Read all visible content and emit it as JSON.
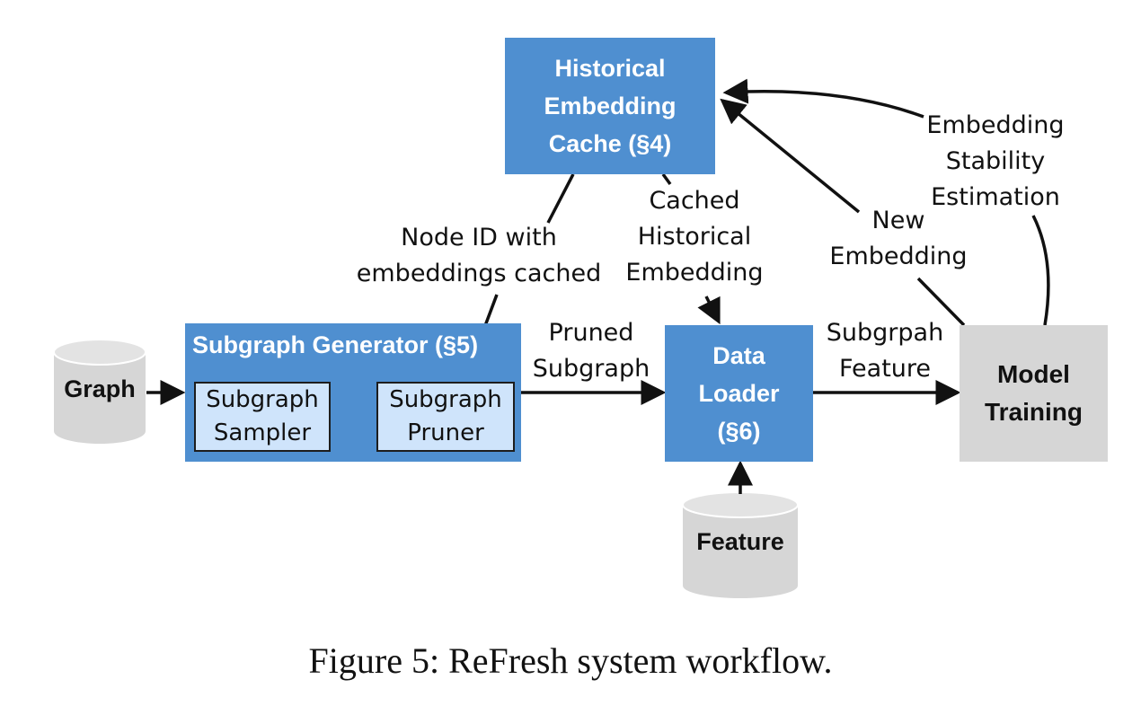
{
  "nodes": {
    "cache": {
      "lines": [
        "Historical",
        "Embedding",
        "Cache (§4)"
      ]
    },
    "subgraph_generator": {
      "title": "Subgraph Generator (§5)"
    },
    "sampler": {
      "lines": [
        "Subgraph",
        "Sampler"
      ]
    },
    "pruner": {
      "lines": [
        "Subgraph",
        "Pruner"
      ]
    },
    "data_loader": {
      "lines": [
        "Data",
        "Loader",
        "(§6)"
      ]
    },
    "model_training": {
      "lines": [
        "Model",
        "Training"
      ]
    },
    "graph_store": {
      "label": "Graph"
    },
    "feature_store": {
      "label": "Feature"
    }
  },
  "edge_labels": {
    "node_id": [
      "Node ID with",
      "embeddings cached"
    ],
    "cached": [
      "Cached",
      "Historical",
      "Embedding"
    ],
    "new_embedding": [
      "New",
      "Embedding"
    ],
    "stability": [
      "Embedding",
      "Stability",
      "Estimation"
    ],
    "pruned": [
      "Pruned",
      "Subgraph"
    ],
    "subgraph_feature": [
      "Subgrpah",
      "Feature"
    ]
  },
  "caption": "Figure 5: ReFresh system workflow.",
  "colors": {
    "blue_box": "#4f8fd0",
    "light_box": "#cfe4fb",
    "gray_box": "#d6d6d6",
    "ink": "#111111"
  }
}
